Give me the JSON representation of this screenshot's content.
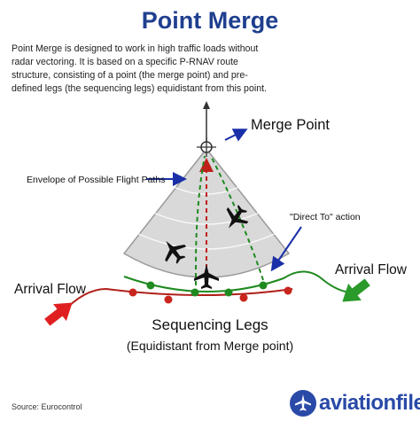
{
  "title": "Point Merge",
  "intro": "Point Merge is designed to work in high traffic loads without radar vectoring. It is based on a specific P-RNAV route structure, consisting of a point (the merge point) and pre-defined legs (the sequencing legs) equidistant from this point.",
  "labels": {
    "merge_point": "Merge Point",
    "envelope": "Envelope of Possible Flight Paths",
    "direct_to": "\"Direct To\" action",
    "arrival_flow_left": "Arrival Flow",
    "arrival_flow_right": "Arrival Flow",
    "sequencing_legs": "Sequencing Legs",
    "equidistant": "(Equidistant from Merge point)"
  },
  "source": "Source: Eurocontrol",
  "brand": {
    "name": "aviationfile",
    "icon": "airplane-icon"
  },
  "colors": {
    "title": "#1f3f8f",
    "brand": "#2a4aa8",
    "annotation_arrow": "#1a2fa8",
    "green_leg": "#1f8a1f",
    "red_leg": "#b0201a",
    "fan_fill": "#d9d9d9",
    "arrival_left_arrow": "#e02020",
    "arrival_right_arrow": "#2a9a2a"
  }
}
